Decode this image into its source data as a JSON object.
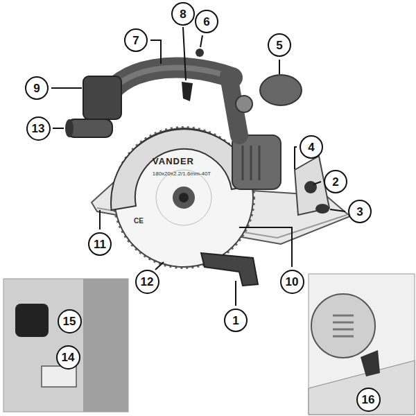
{
  "diagram": {
    "labels": [
      "1",
      "2",
      "3",
      "4",
      "5",
      "6",
      "7",
      "8",
      "9",
      "10",
      "11",
      "12",
      "13",
      "14",
      "15",
      "16",
      "VANDER",
      "180x20x2.2/1.6mm-40T",
      "CE"
    ]
  }
}
